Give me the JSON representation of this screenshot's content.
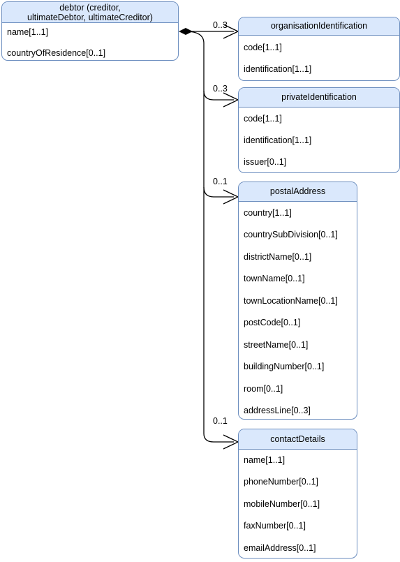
{
  "root": {
    "title_line1": "debtor (creditor,",
    "title_line2": "ultimateDebtor, ultimateCreditor)",
    "attributes": [
      "name[1..1]",
      "countryOfResidence[0..1]"
    ]
  },
  "classes": [
    {
      "id": "organisationIdentification",
      "title": "organisationIdentification",
      "multiplicity": "0..3",
      "attributes": [
        "code[1..1]",
        "identification[1..1]"
      ]
    },
    {
      "id": "privateIdentification",
      "title": "privateIdentification",
      "multiplicity": "0..3",
      "attributes": [
        "code[1..1]",
        "identification[1..1]",
        "issuer[0..1]"
      ]
    },
    {
      "id": "postalAddress",
      "title": "postalAddress",
      "multiplicity": "0..1",
      "attributes": [
        "country[1..1]",
        "countrySubDivision[0..1]",
        "districtName[0..1]",
        "townName[0..1]",
        "townLocationName[0..1]",
        "postCode[0..1]",
        "streetName[0..1]",
        "buildingNumber[0..1]",
        "room[0..1]",
        "addressLine[0..3]"
      ]
    },
    {
      "id": "contactDetails",
      "title": "contactDetails",
      "multiplicity": "0..1",
      "attributes": [
        "name[1..1]",
        "phoneNumber[0..1]",
        "mobileNumber[0..1]",
        "faxNumber[0..1]",
        "emailAddress[0..1]"
      ]
    }
  ]
}
